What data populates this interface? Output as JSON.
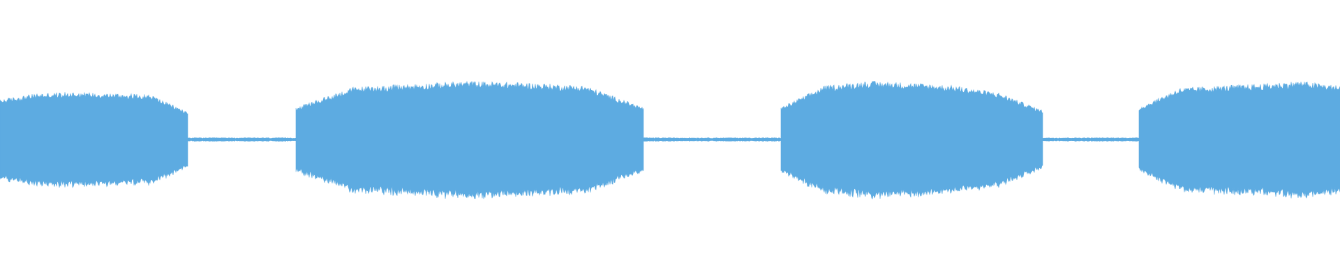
{
  "waveform": {
    "color": "#5dabe1",
    "background": "#ffffff",
    "segments": [
      {
        "kind": "burst",
        "start": 0.0,
        "end": 0.14,
        "amp": 0.18,
        "profile": [
          0.8,
          0.92,
          0.95,
          0.92,
          0.9,
          0.55
        ]
      },
      {
        "kind": "silence",
        "start": 0.14,
        "end": 0.221,
        "amp": 0.006
      },
      {
        "kind": "burst",
        "start": 0.221,
        "end": 0.48,
        "amp": 0.21,
        "profile": [
          0.55,
          0.9,
          0.95,
          1.0,
          0.97,
          0.92,
          0.55
        ]
      },
      {
        "kind": "silence",
        "start": 0.48,
        "end": 0.583,
        "amp": 0.006
      },
      {
        "kind": "burst",
        "start": 0.583,
        "end": 0.778,
        "amp": 0.21,
        "profile": [
          0.55,
          0.92,
          1.0,
          0.97,
          0.92,
          0.8,
          0.5
        ]
      },
      {
        "kind": "silence",
        "start": 0.778,
        "end": 0.85,
        "amp": 0.006
      },
      {
        "kind": "burst",
        "start": 0.85,
        "end": 1.0,
        "amp": 0.21,
        "profile": [
          0.55,
          0.88,
          0.92,
          0.95,
          1.0,
          0.92
        ]
      }
    ]
  }
}
